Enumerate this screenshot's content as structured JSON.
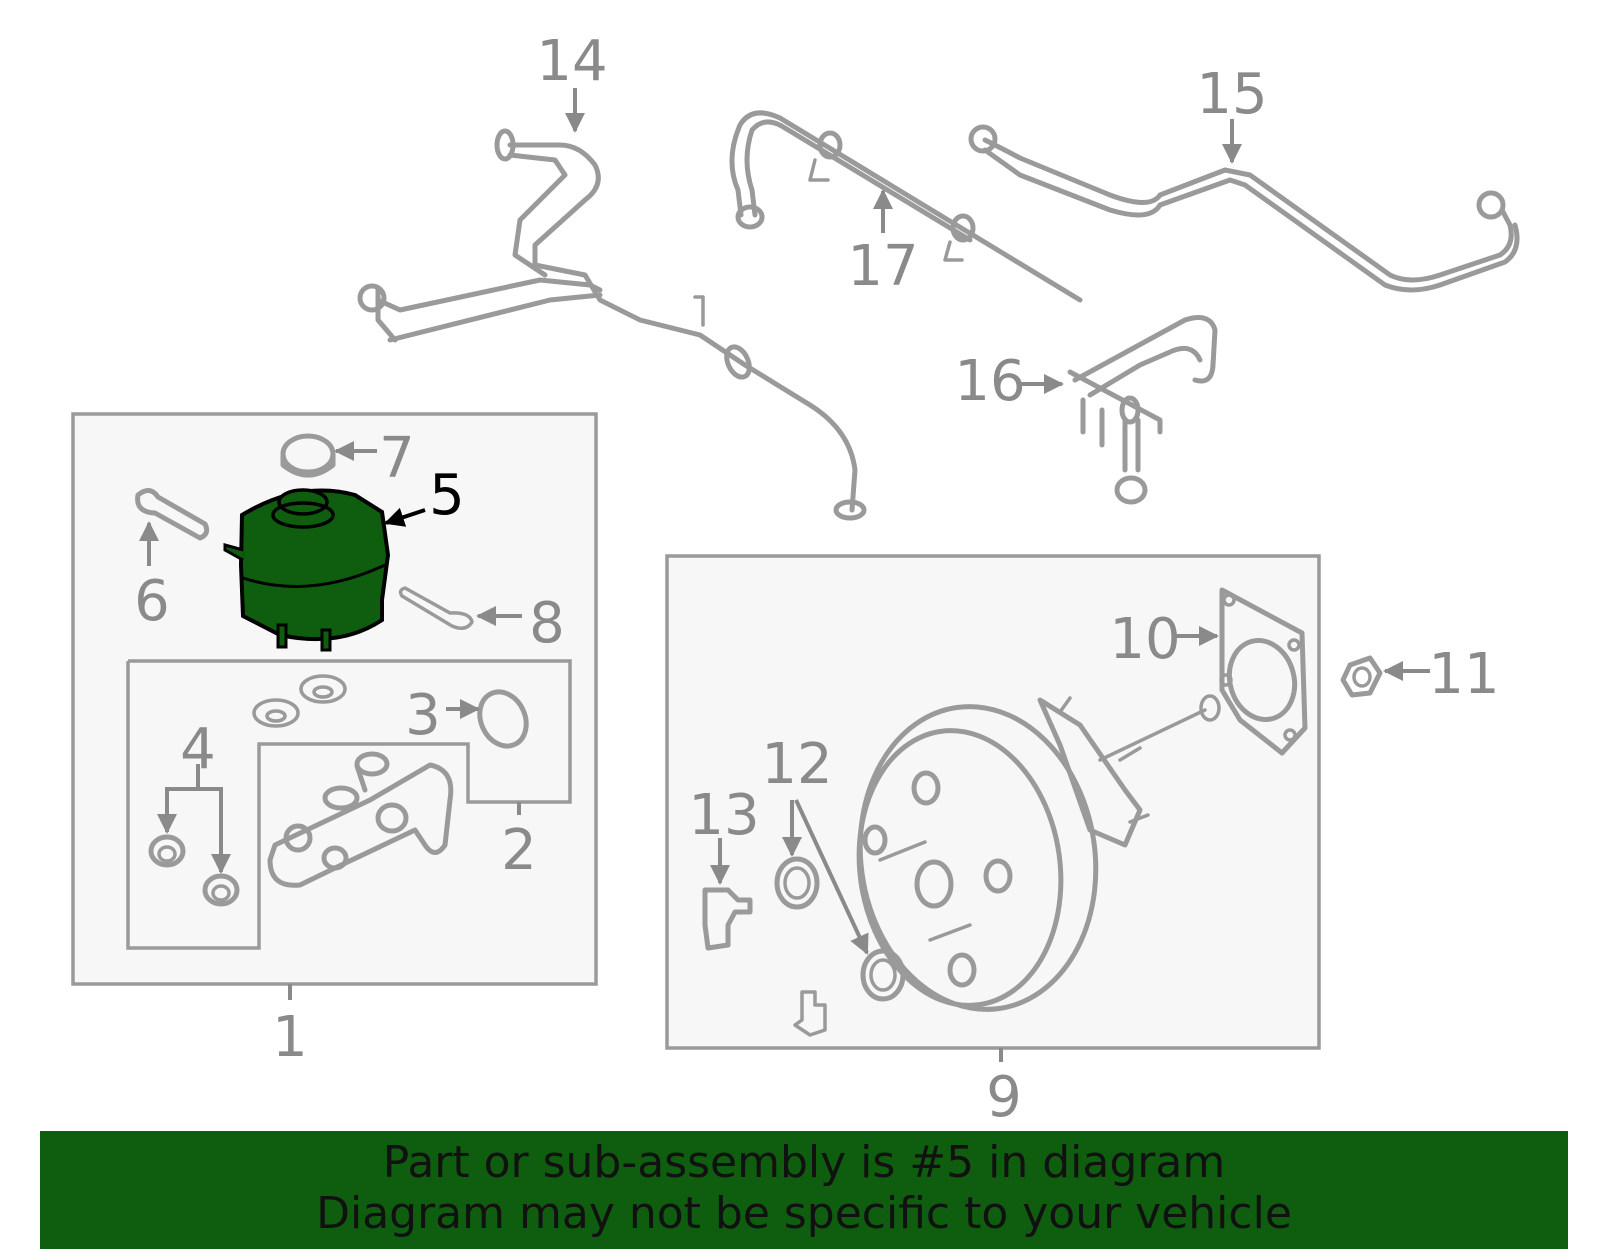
{
  "callouts": {
    "c1": "1",
    "c2": "2",
    "c3": "3",
    "c4": "4",
    "c5": "5",
    "c6": "6",
    "c7": "7",
    "c8": "8",
    "c9": "9",
    "c10": "10",
    "c11": "11",
    "c12": "12",
    "c13": "13",
    "c14": "14",
    "c15": "15",
    "c16": "16",
    "c17": "17"
  },
  "highlighted_part": "5",
  "colors": {
    "highlight": "#0f5e0f",
    "line_art": "#9a9a9a",
    "box_fill": "#f7f7f7"
  },
  "banner": {
    "line1": "Part or sub-assembly is #5 in diagram",
    "line2": "Diagram may not be specific to your vehicle"
  }
}
